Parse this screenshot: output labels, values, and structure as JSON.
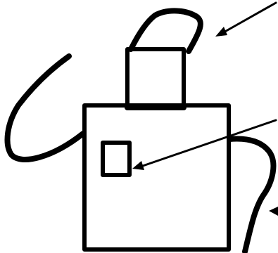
{
  "diagram": {
    "background": "#ffffff",
    "ink": "#000000",
    "parts": [
      {
        "name": "main-box",
        "shape": "rectangle"
      },
      {
        "name": "neck-box",
        "shape": "rectangle"
      },
      {
        "name": "cap-curve",
        "shape": "curve"
      },
      {
        "name": "small-window",
        "shape": "rectangle"
      },
      {
        "name": "left-cord",
        "shape": "curve"
      },
      {
        "name": "right-cord",
        "shape": "curve"
      },
      {
        "name": "arrow-to-cap",
        "shape": "arrow"
      },
      {
        "name": "arrow-to-window",
        "shape": "arrow"
      },
      {
        "name": "arrow-to-cord",
        "shape": "arrow"
      }
    ]
  }
}
